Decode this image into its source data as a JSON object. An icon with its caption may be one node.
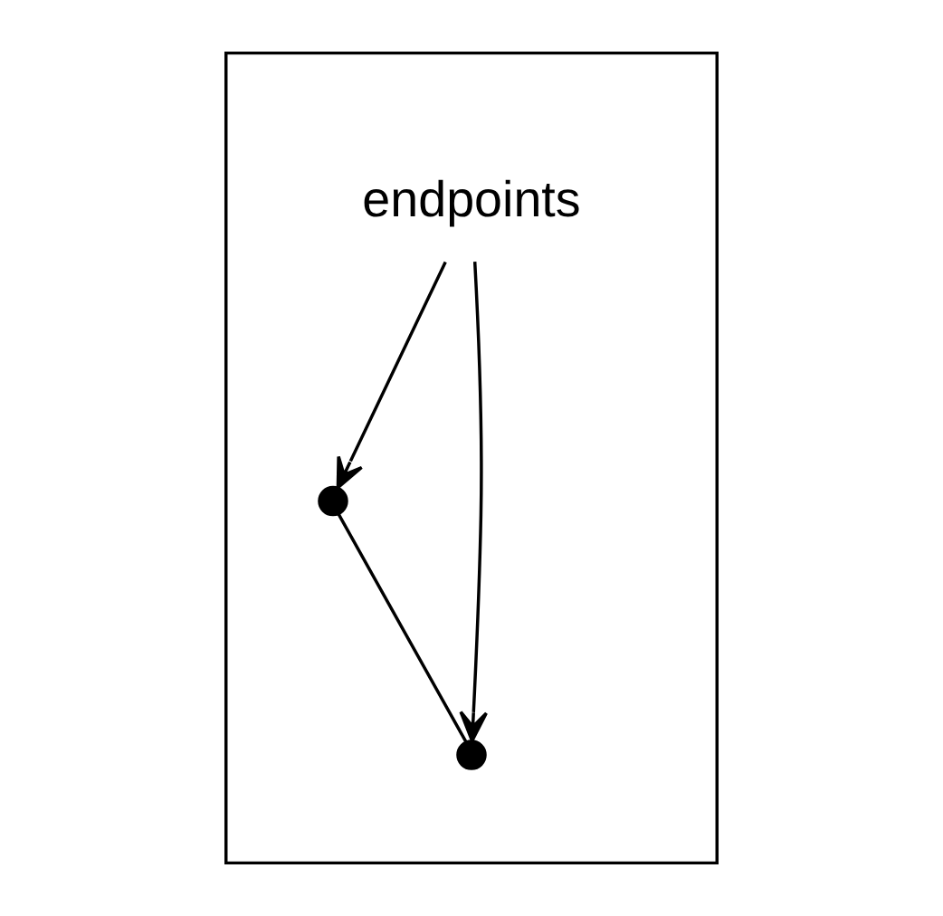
{
  "diagram": {
    "nodes": [
      {
        "text": [],
        "shape": "box"
      },
      {
        "text": [
          "endpoints"
        ],
        "in": 0
      },
      {
        "text": [],
        "shape": "circle",
        "in": 0
      },
      {
        "text": [],
        "shape": "circle",
        "in": 0
      }
    ],
    "edges": [
      {
        "from": 1,
        "to": 2,
        "arrow": "to"
      },
      {
        "from": 1,
        "to": 3,
        "arrow": "to"
      },
      {
        "from": 2,
        "to": 3,
        "arrow": "none"
      }
    ]
  }
}
